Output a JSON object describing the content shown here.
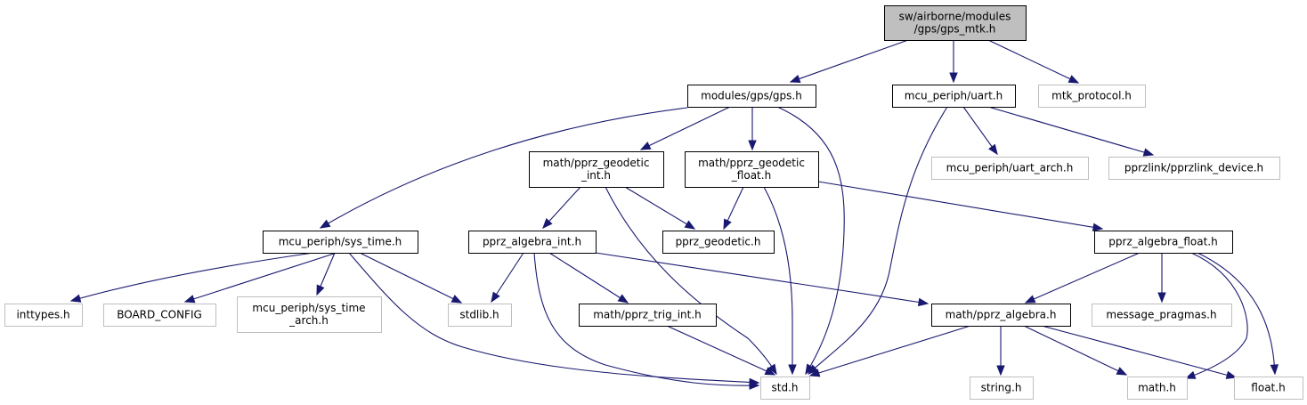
{
  "graph": {
    "title": "Include dependency graph for sw/airborne/modules/gps/gps_mtk.h",
    "edge_color": "#191970",
    "root_fill": "#bfbfbf",
    "nodes": [
      {
        "id": "gps_mtk",
        "label_lines": [
          "sw/airborne/modules",
          "/gps/gps_mtk.h"
        ],
        "kind": "root"
      },
      {
        "id": "gps",
        "label_lines": [
          "modules/gps/gps.h"
        ],
        "kind": "primary"
      },
      {
        "id": "uart",
        "label_lines": [
          "mcu_periph/uart.h"
        ],
        "kind": "primary"
      },
      {
        "id": "mtk_protocol",
        "label_lines": [
          "mtk_protocol.h"
        ],
        "kind": "external"
      },
      {
        "id": "geodetic_int",
        "label_lines": [
          "math/pprz_geodetic",
          "_int.h"
        ],
        "kind": "primary"
      },
      {
        "id": "geodetic_float",
        "label_lines": [
          "math/pprz_geodetic",
          "_float.h"
        ],
        "kind": "primary"
      },
      {
        "id": "uart_arch",
        "label_lines": [
          "mcu_periph/uart_arch.h"
        ],
        "kind": "external"
      },
      {
        "id": "pprzlink_device",
        "label_lines": [
          "pprzlink/pprzlink_device.h"
        ],
        "kind": "external"
      },
      {
        "id": "sys_time",
        "label_lines": [
          "mcu_periph/sys_time.h"
        ],
        "kind": "primary"
      },
      {
        "id": "algebra_int",
        "label_lines": [
          "pprz_algebra_int.h"
        ],
        "kind": "primary"
      },
      {
        "id": "pprz_geodetic",
        "label_lines": [
          "pprz_geodetic.h"
        ],
        "kind": "primary"
      },
      {
        "id": "algebra_float",
        "label_lines": [
          "pprz_algebra_float.h"
        ],
        "kind": "primary"
      },
      {
        "id": "inttypes",
        "label_lines": [
          "inttypes.h"
        ],
        "kind": "external"
      },
      {
        "id": "board_config",
        "label_lines": [
          "BOARD_CONFIG"
        ],
        "kind": "external"
      },
      {
        "id": "sys_time_arch",
        "label_lines": [
          "mcu_periph/sys_time",
          "_arch.h"
        ],
        "kind": "external"
      },
      {
        "id": "stdlib",
        "label_lines": [
          "stdlib.h"
        ],
        "kind": "external"
      },
      {
        "id": "trig_int",
        "label_lines": [
          "math/pprz_trig_int.h"
        ],
        "kind": "primary"
      },
      {
        "id": "pprz_algebra",
        "label_lines": [
          "math/pprz_algebra.h"
        ],
        "kind": "primary"
      },
      {
        "id": "message_pragmas",
        "label_lines": [
          "message_pragmas.h"
        ],
        "kind": "external"
      },
      {
        "id": "std",
        "label_lines": [
          "std.h"
        ],
        "kind": "external"
      },
      {
        "id": "string",
        "label_lines": [
          "string.h"
        ],
        "kind": "external"
      },
      {
        "id": "math",
        "label_lines": [
          "math.h"
        ],
        "kind": "external"
      },
      {
        "id": "float",
        "label_lines": [
          "float.h"
        ],
        "kind": "external"
      }
    ],
    "edges": [
      {
        "from": "gps_mtk",
        "to": "gps"
      },
      {
        "from": "gps_mtk",
        "to": "uart"
      },
      {
        "from": "gps_mtk",
        "to": "mtk_protocol"
      },
      {
        "from": "gps",
        "to": "sys_time"
      },
      {
        "from": "gps",
        "to": "geodetic_int"
      },
      {
        "from": "gps",
        "to": "geodetic_float"
      },
      {
        "from": "gps",
        "to": "std"
      },
      {
        "from": "uart",
        "to": "std"
      },
      {
        "from": "uart",
        "to": "uart_arch"
      },
      {
        "from": "uart",
        "to": "pprzlink_device"
      },
      {
        "from": "geodetic_int",
        "to": "algebra_int"
      },
      {
        "from": "geodetic_int",
        "to": "pprz_geodetic"
      },
      {
        "from": "geodetic_int",
        "to": "std"
      },
      {
        "from": "geodetic_float",
        "to": "pprz_geodetic"
      },
      {
        "from": "geodetic_float",
        "to": "std"
      },
      {
        "from": "geodetic_float",
        "to": "algebra_float"
      },
      {
        "from": "sys_time",
        "to": "inttypes"
      },
      {
        "from": "sys_time",
        "to": "board_config"
      },
      {
        "from": "sys_time",
        "to": "sys_time_arch"
      },
      {
        "from": "sys_time",
        "to": "stdlib"
      },
      {
        "from": "sys_time",
        "to": "std"
      },
      {
        "from": "algebra_int",
        "to": "stdlib"
      },
      {
        "from": "algebra_int",
        "to": "std"
      },
      {
        "from": "algebra_int",
        "to": "trig_int"
      },
      {
        "from": "algebra_int",
        "to": "pprz_algebra"
      },
      {
        "from": "algebra_float",
        "to": "pprz_algebra"
      },
      {
        "from": "algebra_float",
        "to": "message_pragmas"
      },
      {
        "from": "algebra_float",
        "to": "math"
      },
      {
        "from": "algebra_float",
        "to": "float"
      },
      {
        "from": "trig_int",
        "to": "std"
      },
      {
        "from": "pprz_algebra",
        "to": "std"
      },
      {
        "from": "pprz_algebra",
        "to": "string"
      },
      {
        "from": "pprz_algebra",
        "to": "math"
      },
      {
        "from": "pprz_algebra",
        "to": "float"
      }
    ]
  }
}
